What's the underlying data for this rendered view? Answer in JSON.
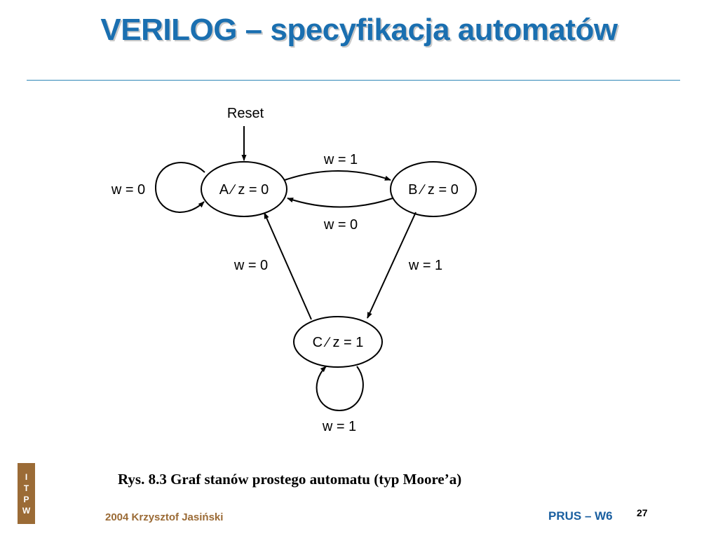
{
  "slide": {
    "title": "VERILOG – specyfikacja automatów",
    "caption": "Rys. 8.3 Graf stanów prostego automatu (typ Moore’a)",
    "accent_color": "#1a6fb0",
    "logo_color": "#9b6b36"
  },
  "diagram": {
    "reset_label": "Reset",
    "states": {
      "a": "A ∕ z = 0",
      "b": "B ∕ z = 0",
      "c": "C ∕ z = 1"
    },
    "edges": {
      "a_self": "w = 0",
      "a_to_b": "w = 1",
      "b_to_a": "w = 0",
      "c_to_a": "w = 0",
      "b_to_c": "w = 1",
      "c_self": "w = 1"
    }
  },
  "logo": {
    "letters": [
      "I",
      "T",
      "P",
      "W"
    ]
  },
  "footer": {
    "author": "2004 Krzysztof Jasiński",
    "course": "PRUS – W6",
    "page": "27"
  }
}
